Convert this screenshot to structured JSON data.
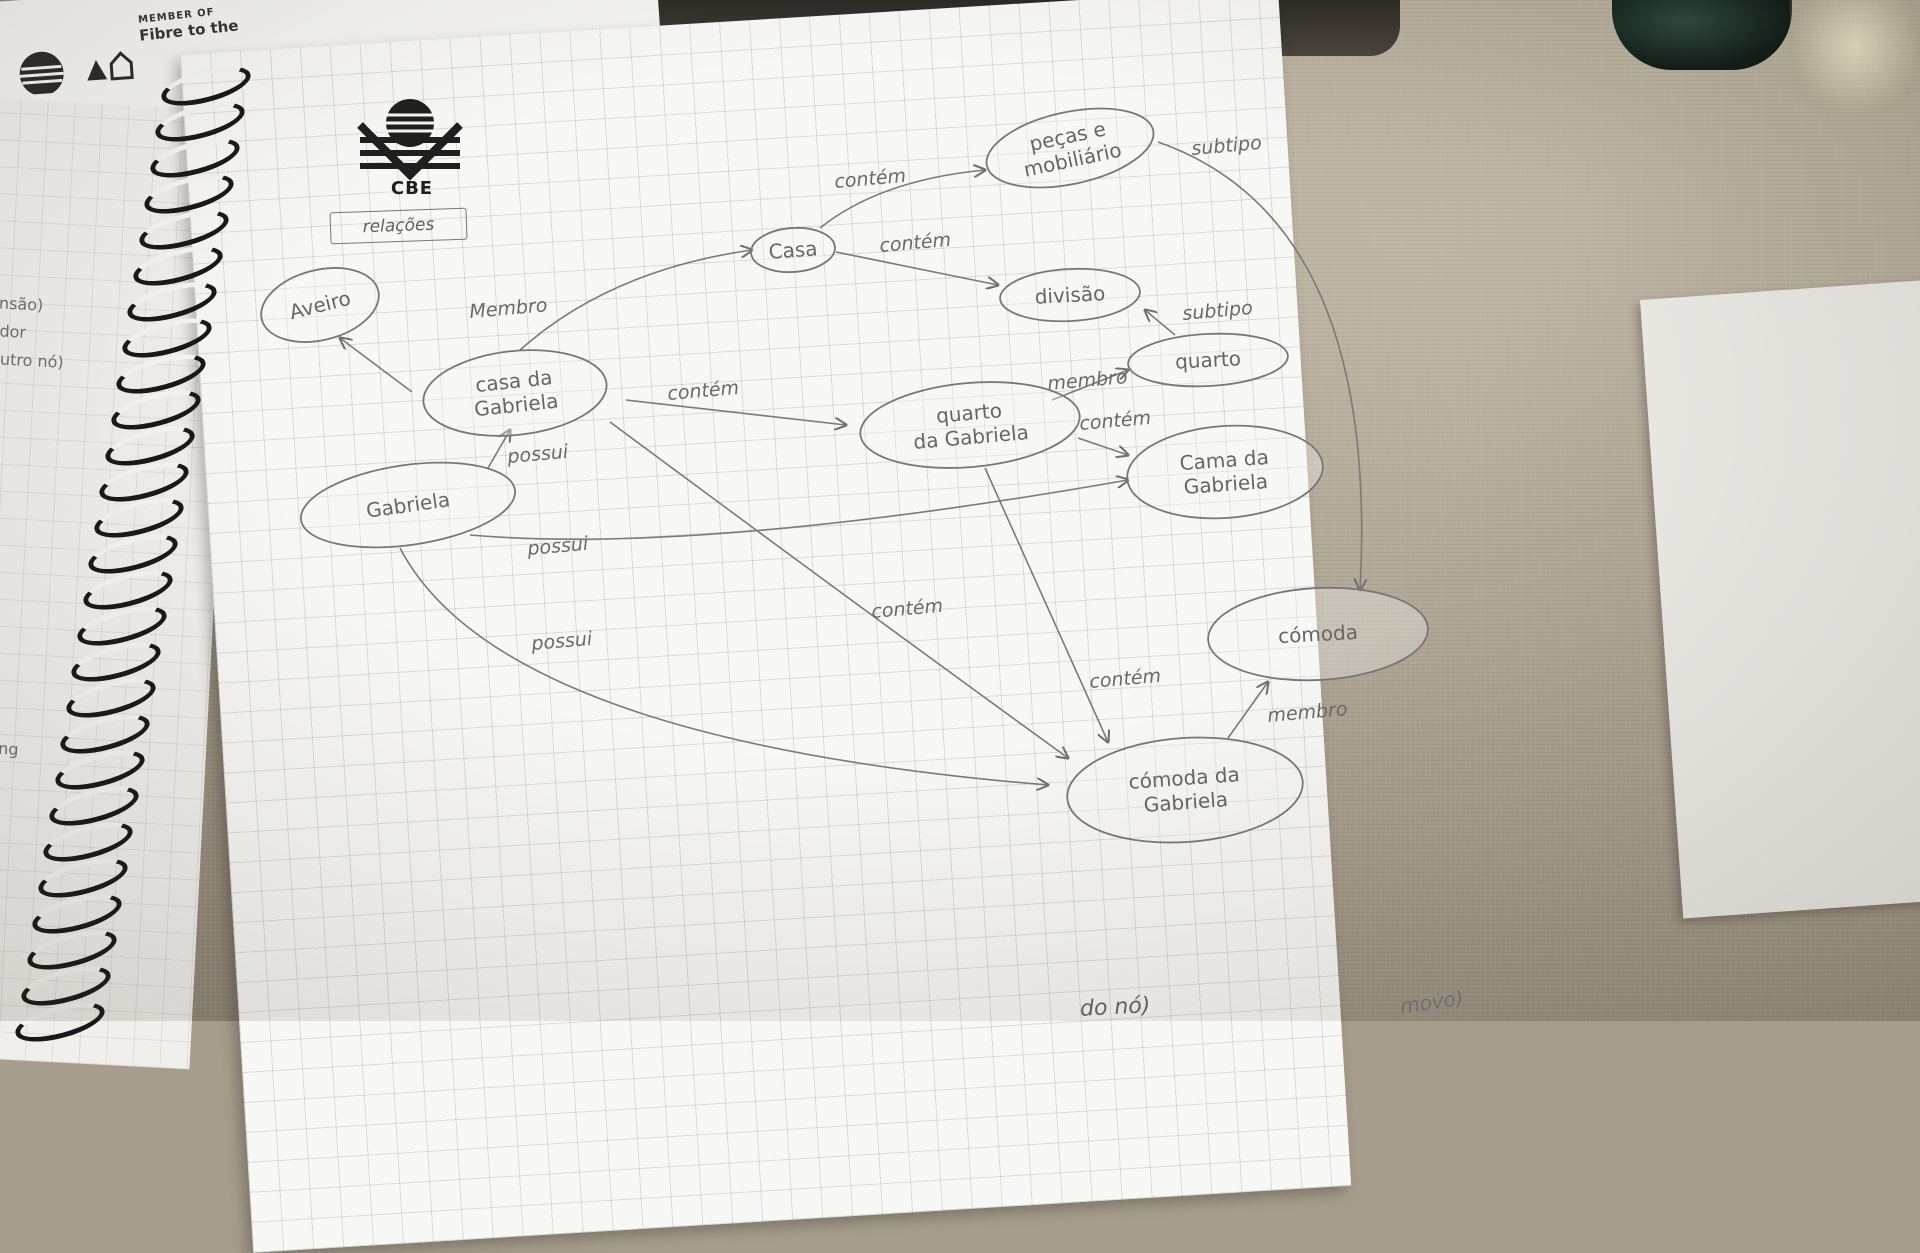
{
  "background_notebook": {
    "member_text": "MEMBER OF",
    "fibre_text": "Fibre to the"
  },
  "left_page_notes": [
    "ensão)",
    "ador",
    "outro nó)",
    "ecking"
  ],
  "header": {
    "logo_text": "CBE",
    "tag": "relações"
  },
  "nodes": [
    {
      "id": "aveiro",
      "label": [
        "Aveiro"
      ]
    },
    {
      "id": "casa-da-gabriela",
      "label": [
        "casa da",
        "Gabriela"
      ]
    },
    {
      "id": "gabriela",
      "label": [
        "Gabriela"
      ]
    },
    {
      "id": "casa",
      "label": [
        "Casa"
      ]
    },
    {
      "id": "pecas-mobiliario",
      "label": [
        "peças e",
        "mobiliário"
      ]
    },
    {
      "id": "divisao",
      "label": [
        "divisão"
      ]
    },
    {
      "id": "quarto",
      "label": [
        "quarto"
      ]
    },
    {
      "id": "quarto-da-gabriela",
      "label": [
        "quarto",
        "da Gabriela"
      ]
    },
    {
      "id": "cama-da-gabriela",
      "label": [
        "Cama da",
        "Gabriela"
      ]
    },
    {
      "id": "comoda",
      "label": [
        "cómoda"
      ]
    },
    {
      "id": "comoda-da-gabriela",
      "label": [
        "cómoda da",
        "Gabriela"
      ]
    }
  ],
  "edges": [
    {
      "from": "casa-da-gabriela",
      "to": "aveiro",
      "label": ""
    },
    {
      "from": "casa-da-gabriela",
      "to": "casa",
      "label": "Membro"
    },
    {
      "from": "gabriela",
      "to": "casa-da-gabriela",
      "label": "possui"
    },
    {
      "from": "casa",
      "to": "pecas-mobiliario",
      "label": "contém"
    },
    {
      "from": "casa",
      "to": "divisao",
      "label": "contém"
    },
    {
      "from": "pecas-mobiliario",
      "to": "comoda",
      "label": "subtipo"
    },
    {
      "from": "quarto",
      "to": "divisao",
      "label": "subtipo"
    },
    {
      "from": "casa-da-gabriela",
      "to": "quarto-da-gabriela",
      "label": "contém"
    },
    {
      "from": "quarto-da-gabriela",
      "to": "quarto",
      "label": "membro"
    },
    {
      "from": "quarto-da-gabriela",
      "to": "cama-da-gabriela",
      "label": "contém"
    },
    {
      "from": "gabriela",
      "to": "cama-da-gabriela",
      "label": "possui"
    },
    {
      "from": "casa-da-gabriela",
      "to": "comoda-da-gabriela",
      "label": "contém"
    },
    {
      "from": "quarto-da-gabriela",
      "to": "comoda-da-gabriela",
      "label": "contém"
    },
    {
      "from": "gabriela",
      "to": "comoda-da-gabriela",
      "label": "possui"
    },
    {
      "from": "comoda-da-gabriela",
      "to": "comoda",
      "label": "membro"
    }
  ],
  "bottom_notes": [
    "do nó)",
    "movo)"
  ]
}
